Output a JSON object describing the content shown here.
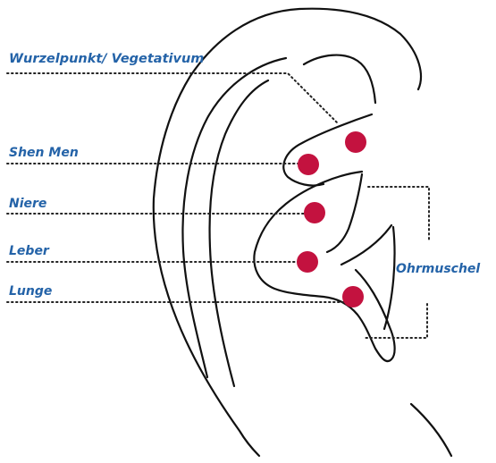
{
  "labels": {
    "wurzelpunkt": "Wurzelpunkt/ Vegetativum",
    "shen_men": "Shen Men",
    "niere": "Niere",
    "leber": "Leber",
    "lunge": "Lunge",
    "ohrmuschel": "Ohrmuschel"
  },
  "colors": {
    "label_text": "#2463a8",
    "point_fill": "#c3123f",
    "ear_stroke": "#111111",
    "leader_stroke": "#222222"
  }
}
